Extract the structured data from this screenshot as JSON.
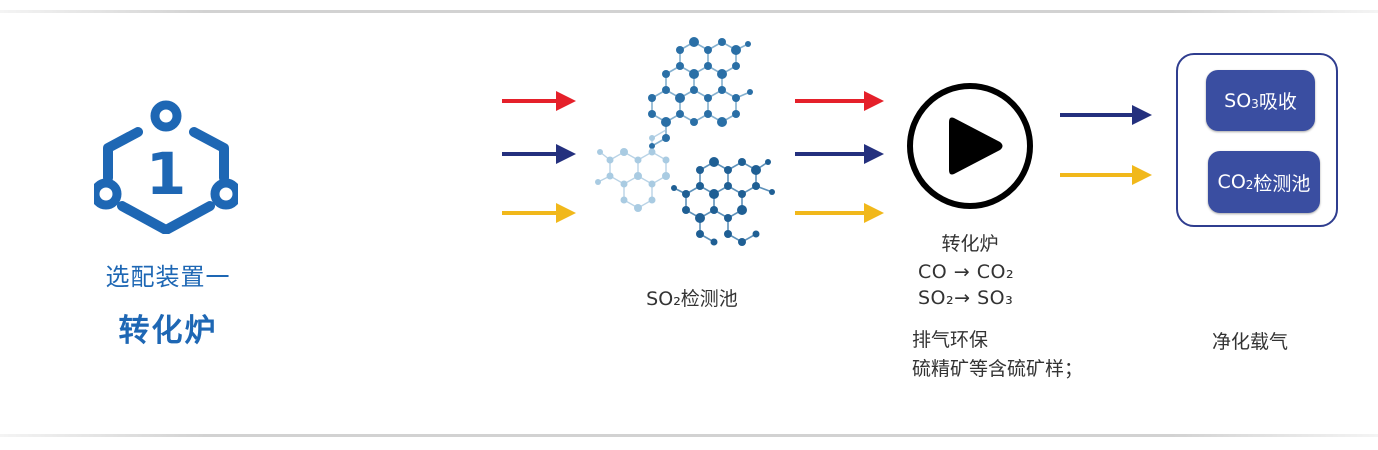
{
  "colors": {
    "brand_blue": "#1e67b4",
    "arrow_red": "#e5202a",
    "arrow_navy": "#24307e",
    "arrow_yellow": "#f1b81b",
    "pill_fill": "#3a4ea1"
  },
  "badge": {
    "number": "1",
    "icon": "hexagon-node-badge-icon"
  },
  "option": {
    "label": "选配装置一",
    "title": "转化炉"
  },
  "stages": {
    "so2_cell": {
      "caption": "SO₂检测池",
      "icon": "molecule-image"
    },
    "furnace": {
      "icon": "play-icon",
      "caption": "转化炉",
      "reactions": [
        "CO → CO₂",
        "SO₂→ SO₃"
      ],
      "note_title": "排气环保",
      "note_text": "硫精矿等含硫矿样；"
    },
    "absorbers": {
      "so3": {
        "formula": "SO",
        "sub": "3",
        "text": "吸收"
      },
      "co2": {
        "formula": "CO",
        "sub": "2",
        "text": "检测池"
      },
      "caption": "净化载气"
    }
  }
}
